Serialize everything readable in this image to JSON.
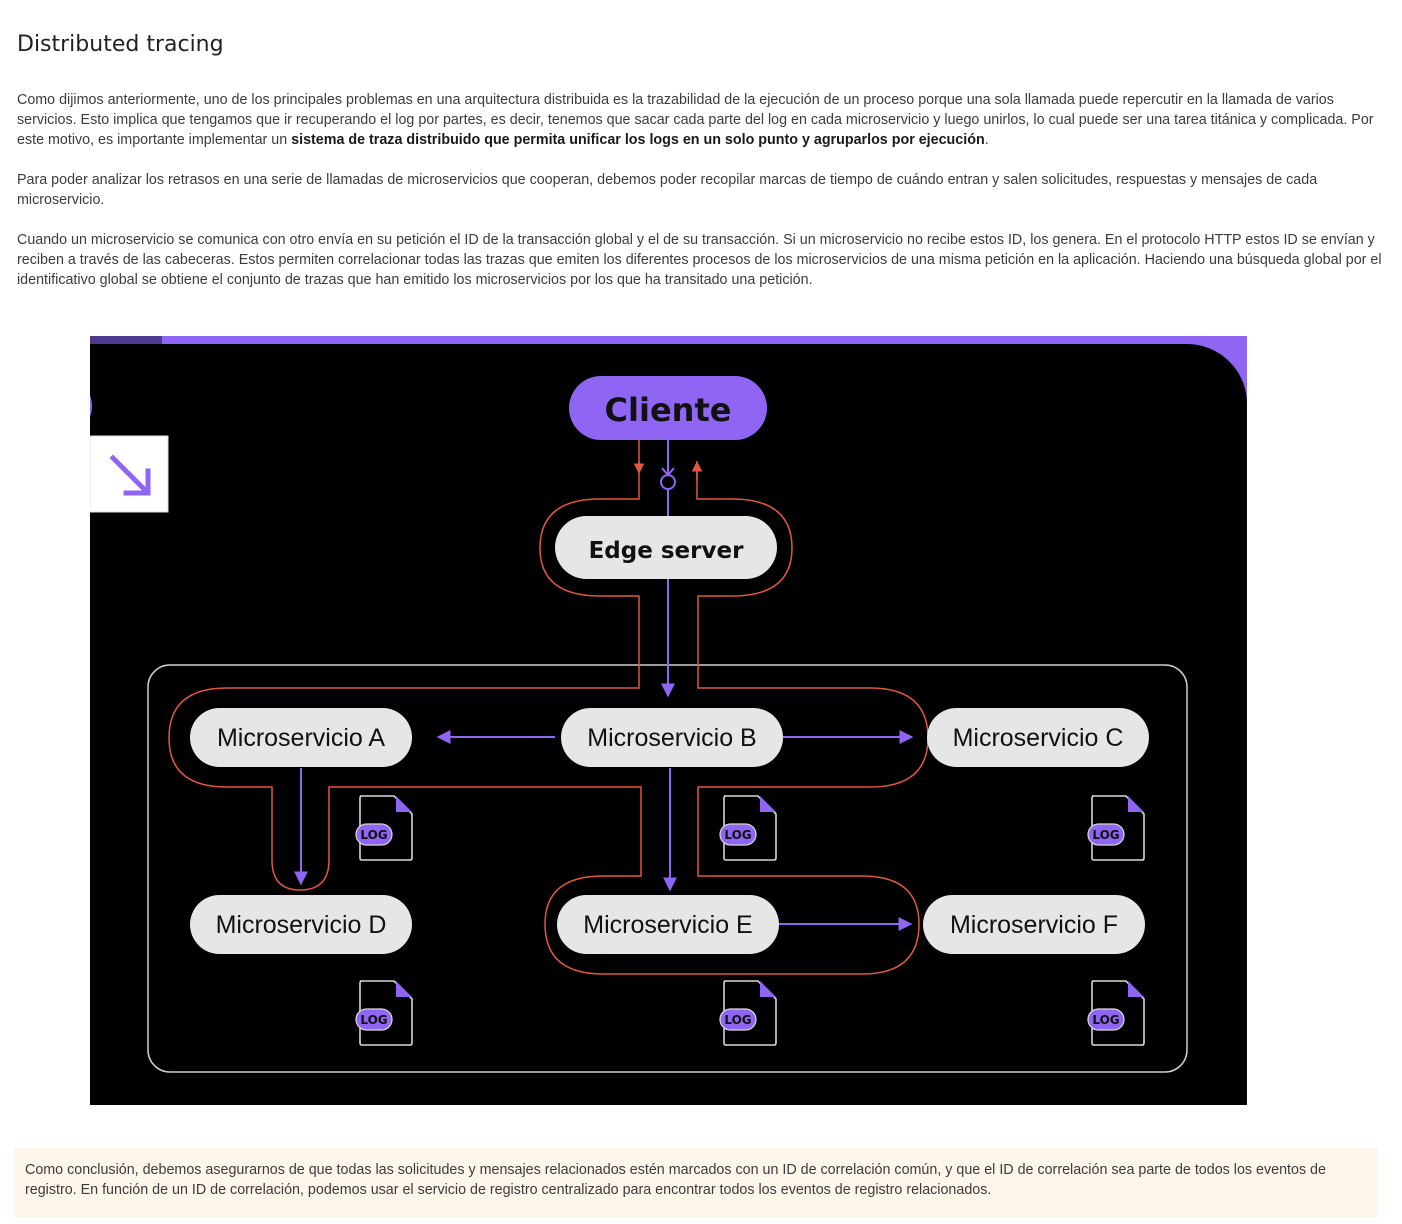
{
  "page": {
    "title": "Distributed tracing",
    "paragraphs": {
      "p1_before": "Como dijimos anteriormente, uno de los principales problemas en una arquitectura distribuida es la trazabilidad de la ejecución de un proceso porque una sola llamada puede repercutir en la llamada de varios servicios. Esto implica que tengamos que ir recuperando el log por partes, es decir, tenemos que sacar cada parte del log en cada microservicio y luego unirlos, lo cual puede ser una tarea titánica y complicada. Por este motivo, es importante implementar un ",
      "p1_bold": "sistema de traza distribuido que permita unificar los logs en un solo punto y agruparlos por ejecución",
      "p1_after": ".",
      "p2": "Para poder analizar los retrasos en una serie de llamadas de microservicios que cooperan, debemos poder recopilar marcas de tiempo de cuándo entran y salen solicitudes, respuestas y mensajes de cada microservicio.",
      "p3": "Cuando un microservicio se comunica con otro envía en su petición el ID de la transacción global y el de su transacción. Si un microservicio no recibe estos ID, los genera. En el protocolo HTTP estos ID se envían y reciben a través de las cabeceras. Estos permiten correlacionar todas las trazas que emiten los diferentes procesos de los microservicios de una misma petición en la aplicación. Haciendo una búsqueda global por el identificativo global se obtiene el conjunto de trazas que han emitido los microservicios por los que ha transitado una petición."
    },
    "conclusion": "Como conclusión, debemos asegurarnos de que todas las solicitudes y mensajes relacionados estén marcados con un ID de correlación común, y que el ID de correlación sea parte de todos los eventos de registro. En función de un ID de correlación, podemos usar el servicio de registro centralizado para encontrar todos los eventos de registro relacionados."
  },
  "diagram": {
    "client": "Cliente",
    "edge": "Edge server",
    "services": {
      "a": "Microservicio A",
      "b": "Microservicio B",
      "c": "Microservicio C",
      "d": "Microservicio D",
      "e": "Microservicio E",
      "f": "Microservicio F"
    },
    "log_label": "LOG",
    "expand_icon": "arrow-down-right-icon",
    "colors": {
      "background": "#000000",
      "accent": "#8f65f3",
      "trace_path": "#e0573f",
      "node_fill": "#e6e6e6",
      "frame": "#cfcfcf"
    }
  }
}
